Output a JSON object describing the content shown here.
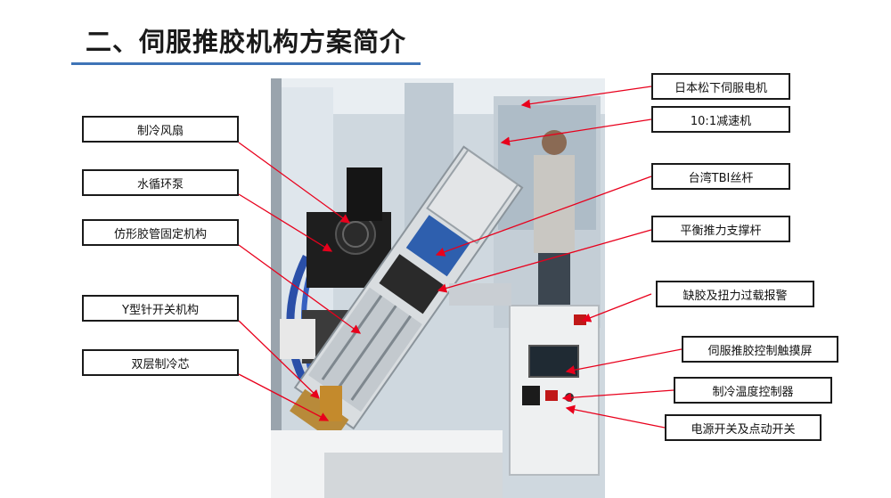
{
  "title": "二、伺服推胶机构方案简介",
  "left_labels": [
    "制冷风扇",
    "水循环泵",
    "仿形胶管固定机构",
    "Y型针开关机构",
    "双层制冷芯"
  ],
  "right_labels": [
    "日本松下伺服电机",
    "10:1减速机",
    "台湾TBI丝杆",
    "平衡推力支撑杆",
    "缺胶及扭力过载报警",
    "伺服推胶控制触摸屏",
    "制冷温度控制器",
    "电源开关及点动开关"
  ],
  "colors": {
    "title_rule": "#3f74b7",
    "arrow": "#e8001c",
    "border": "#1a1a1a"
  }
}
